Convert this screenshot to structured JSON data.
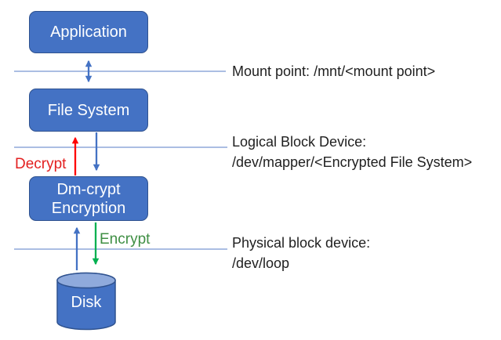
{
  "diagram": {
    "nodes": {
      "application": {
        "label": "Application"
      },
      "file_system": {
        "label": "File System"
      },
      "dm_crypt": {
        "line1": "Dm-crypt",
        "line2": "Encryption"
      },
      "disk": {
        "label": "Disk"
      }
    },
    "edge_labels": {
      "decrypt": "Decrypt",
      "encrypt": "Encrypt"
    },
    "layers": [
      {
        "name": "mount-point",
        "line1": "Mount point: /mnt/<mount point>"
      },
      {
        "name": "logical-block-device",
        "line1": "Logical Block Device:",
        "line2": "/dev/mapper/<Encrypted File System>"
      },
      {
        "name": "physical-block-device",
        "line1": "Physical block device:",
        "line2": "/dev/loop"
      }
    ],
    "colors": {
      "node_fill": "#4472C4",
      "node_border": "#2F528F",
      "disk_top_fill": "#8FAADC",
      "blue_arrow": "#4472C4",
      "red_arrow": "#FF0000",
      "decrypt_text": "#E32020",
      "green_arrow": "#00B050",
      "encrypt_text": "#3F8F44",
      "separator_line": "#8FA9DA",
      "label_text": "#1F1F1F"
    }
  }
}
